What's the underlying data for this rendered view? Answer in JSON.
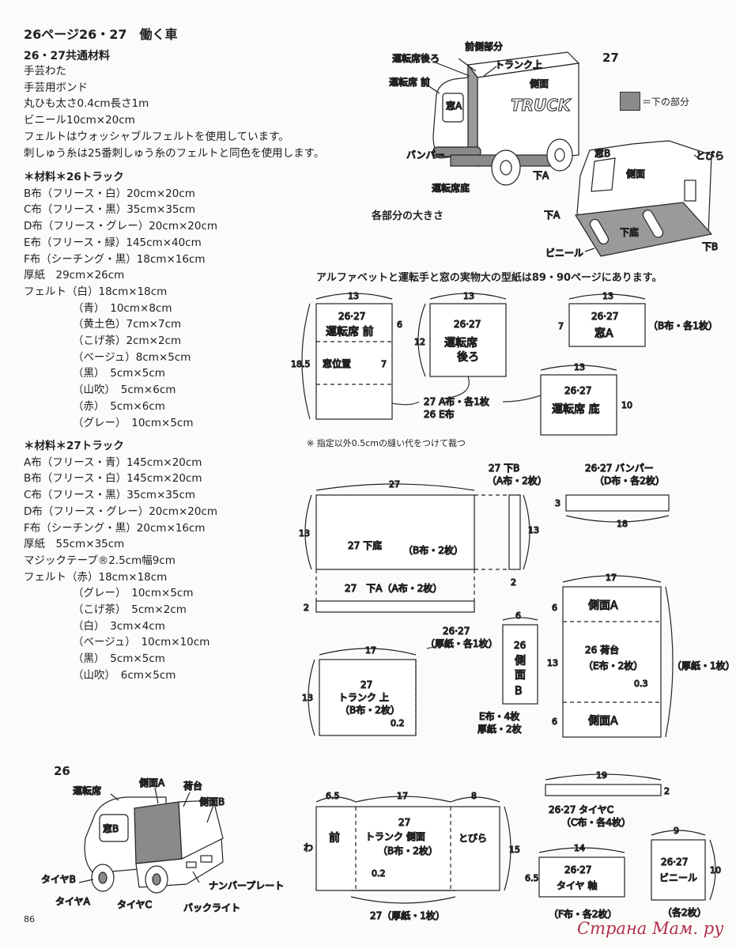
{
  "header": {
    "title": "26ページ26・27　働く車",
    "common_heading": "26・27共通材料"
  },
  "common_materials": [
    "手芸わた",
    "手芸用ボンド",
    "丸ひも太さ0.4cm長さ1m",
    "ビニール10cm×20cm",
    "フェルトはウォッシャブルフェルトを使用しています。",
    "刺しゅう糸は25番刺しゅう糸のフェルトと同色を使用します。"
  ],
  "materials_26": {
    "heading": "＊材料＊26トラック",
    "items": [
      "B布（フリース・白）20cm×20cm",
      "C布（フリース・黒）35cm×35cm",
      "D布（フリース・グレー）20cm×20cm",
      "E布（フリース・緑）145cm×40cm",
      "F布（シーチング・黒）18cm×16cm",
      "厚紙　29cm×26cm",
      "フェルト（白）18cm×18cm"
    ],
    "felt_items": [
      "（青）　10cm×8cm",
      "（黄土色）7cm×7cm",
      "（こげ茶）2cm×2cm",
      "（ベージュ）8cm×5cm",
      "（黒）　5cm×5cm",
      "（山吹）　5cm×6cm",
      "（赤）　5cm×6cm",
      "（グレー）　10cm×5cm"
    ]
  },
  "materials_27": {
    "heading": "＊材料＊27トラック",
    "items": [
      "A布（フリース・青）145cm×20cm",
      "B布（フリース・白）145cm×20cm",
      "C布（フリース・黒）35cm×35cm",
      "D布（フリース・グレー）20cm×20cm",
      "F布（シーチング・黒）20cm×16cm",
      "厚紙　55cm×35cm",
      "マジックテープ®2.5cm幅9cm",
      "フェルト（赤）18cm×18cm"
    ],
    "felt_items": [
      "（グレー）　10cm×5cm",
      "（こげ茶）　5cm×2cm",
      "（白）　3cm×4cm",
      "（ベージュ）　10cm×10cm",
      "（黒）　5cm×5cm",
      "（山吹）　6cm×5cm"
    ]
  },
  "illustration_27": {
    "label": "27",
    "legend": "＝下の部分",
    "legend_color": "#8a8a8a",
    "labels": [
      "前側部分",
      "運転席後ろ",
      "トランク上",
      "運転席 前",
      "側面",
      "窓A",
      "TRUCK",
      "バンパー",
      "下A",
      "運転席底",
      "窓B",
      "側面",
      "とびら",
      "下A",
      "下底",
      "ビニール",
      "下B"
    ]
  },
  "parts_heading": "各部分の大きさ",
  "pattern_note": "アルファベットと運転手と窓の実物大の型紙は89・90ページにあります。",
  "seam_note": "※ 指定以外0.5cmの縫い代をつけて裁つ",
  "illustration_26": {
    "label": "26",
    "labels": [
      "運転席",
      "側面A",
      "荷台",
      "側面B",
      "窓B",
      "タイヤB",
      "タイヤA",
      "タイヤC",
      "ナンバープレート",
      "バックライト"
    ]
  },
  "pieces": {
    "seat_front": {
      "code": "26·27",
      "name": "運転席 前",
      "sub": "窓位置",
      "w": "13",
      "h": "18.5",
      "d1": "6",
      "d2": "7"
    },
    "seat_back": {
      "code": "26·27",
      "name": "運転席",
      "name2": "後ろ",
      "w": "13",
      "h": "12"
    },
    "seat_note": "27 A布・各1枚",
    "seat_note2": "26 E布",
    "window_a": {
      "code": "26·27",
      "name": "窓A",
      "w": "13",
      "h": "7",
      "note": "（B布・各1枚）"
    },
    "seat_bottom": {
      "code": "26·27",
      "name": "運転席 底",
      "w": "13",
      "h": "10"
    },
    "under_bottom": {
      "name": "27 下底",
      "note": "（B布・2枚）",
      "w": "27",
      "h": "13"
    },
    "under_b": {
      "name": "27 下B",
      "note": "（A布・2枚）",
      "h": "13",
      "w": "2"
    },
    "bumper": {
      "name": "26·27 バンパー",
      "note": "（D布・各2枚）",
      "w": "18",
      "h": "3"
    },
    "under_a": {
      "name": "27　下A（A布・2枚）",
      "h": "2"
    },
    "cardboard_1": "26·27",
    "cardboard_2": "（厚紙・各1枚）",
    "trunk_top": {
      "name1": "27",
      "name2": "トランク 上",
      "note": "（B布・2枚）",
      "w": "17",
      "h": "13",
      "m": "0.2"
    },
    "side_b": {
      "code": "26",
      "c1": "側",
      "c2": "面",
      "c3": "B",
      "w": "6",
      "note1": "E布・4枚",
      "note2": "厚紙・2枚"
    },
    "bed": {
      "top": "側面A",
      "mid": "26 荷台",
      "mid_note": "（E布・2枚）",
      "bottom": "側面A",
      "w": "17",
      "h1": "6",
      "h2": "13",
      "h3": "6",
      "m": "0.3",
      "note": "（厚紙・1枚）"
    },
    "trunk_side": {
      "name1": "27",
      "name2": "トランク 側面",
      "note": "（B布・2枚）",
      "left": "前",
      "right": "とびら",
      "w1": "6.5",
      "w2": "17",
      "w3": "8",
      "h": "15",
      "m": "0.2",
      "note2": "27（厚紙・1枚）",
      "side": "わ"
    },
    "tire_c": {
      "name": "26·27 タイヤC",
      "note": "（C布・各4枚）",
      "w": "19",
      "h": "2"
    },
    "axle": {
      "name1": "26·27",
      "name2": "タイヤ 軸",
      "note": "（F布・各2枚）",
      "w": "14",
      "h": "6.5"
    },
    "vinyl": {
      "name1": "26·27",
      "name2": "ビニール",
      "note": "（各2枚）",
      "w": "9",
      "h": "10"
    }
  },
  "footer": {
    "page": "86",
    "watermark": "Страна Мам. ру"
  }
}
